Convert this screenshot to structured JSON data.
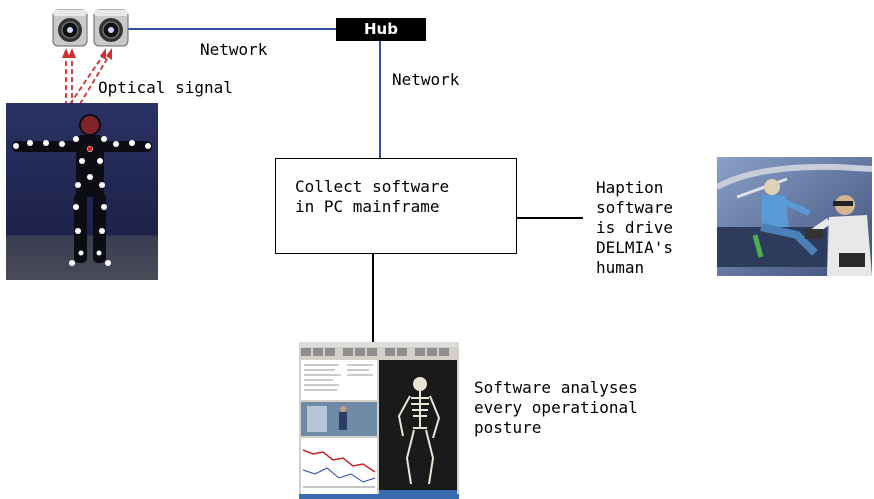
{
  "hub_label": "Hub",
  "network_label_1": "Network",
  "network_label_2": "Network",
  "optical_label": "Optical signal",
  "collect_line_1": "Collect software",
  "collect_line_2": "in PC mainframe",
  "haption_lines": [
    "Haption",
    "software",
    "is drive",
    "DELMIA's",
    "human"
  ],
  "analysis_lines": [
    "Software analyses",
    "every operational",
    "posture"
  ],
  "colors": {
    "network_line": "#3b4fa0",
    "signal_arrow": "#d0312d",
    "hub_fill": "#000000",
    "hub_text": "#ffffff"
  }
}
